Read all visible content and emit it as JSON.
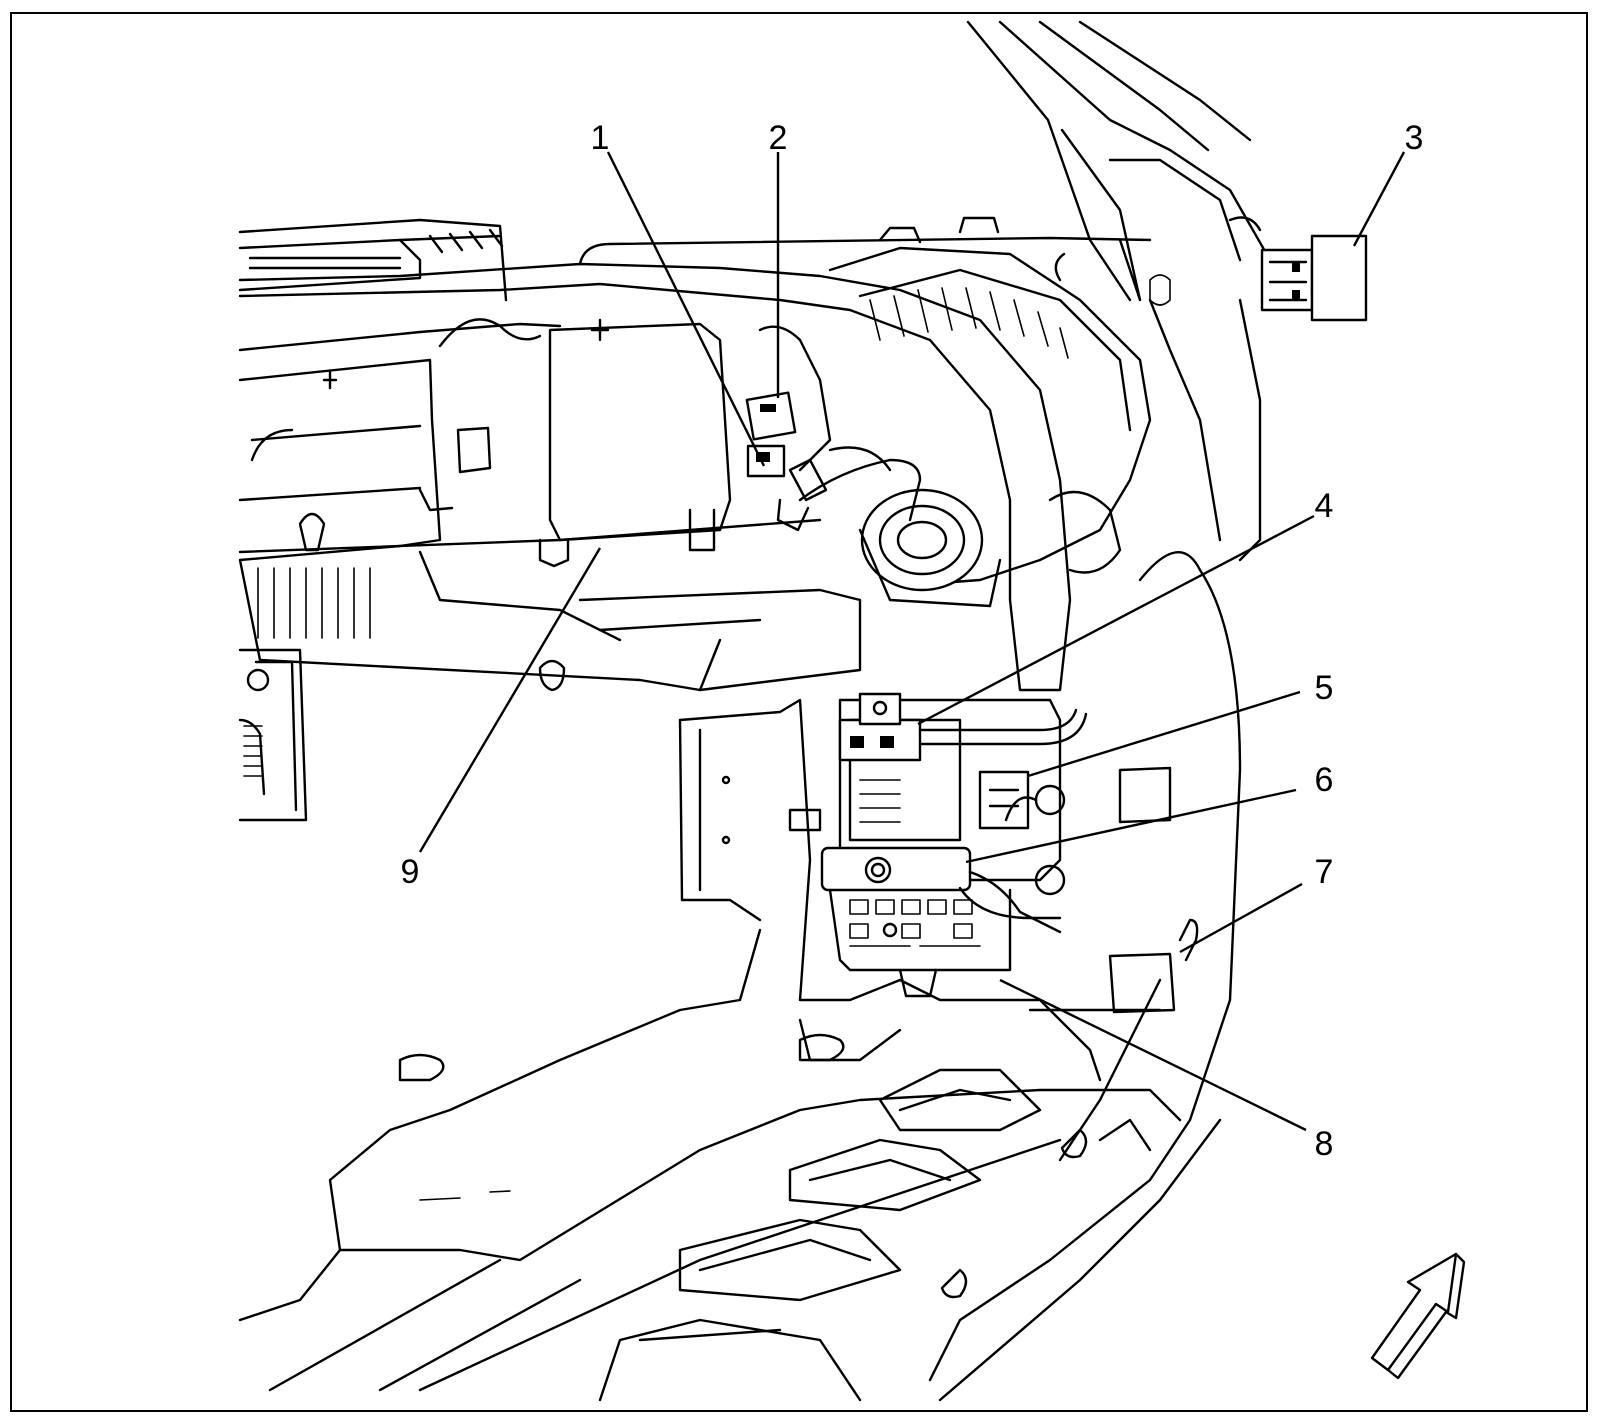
{
  "callouts": [
    {
      "id": "1",
      "label": "1"
    },
    {
      "id": "2",
      "label": "2"
    },
    {
      "id": "3",
      "label": "3"
    },
    {
      "id": "4",
      "label": "4"
    },
    {
      "id": "5",
      "label": "5"
    },
    {
      "id": "6",
      "label": "6"
    },
    {
      "id": "7",
      "label": "7"
    },
    {
      "id": "8",
      "label": "8"
    },
    {
      "id": "9",
      "label": "9"
    }
  ],
  "colors": {
    "line": "#000000",
    "background": "#ffffff"
  },
  "icons": {
    "orientation": "forward-arrow-icon"
  }
}
